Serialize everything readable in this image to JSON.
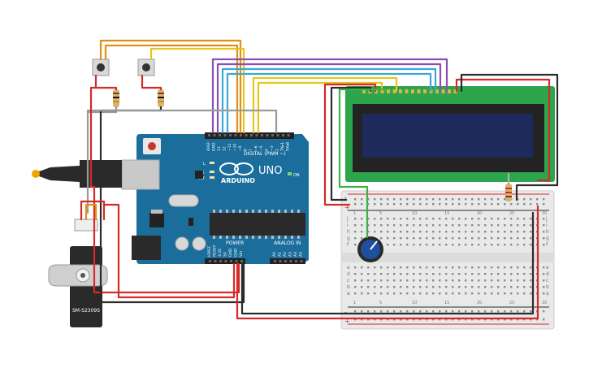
{
  "arduino": {
    "digital_label": "DIGITAL (PWM ~)",
    "brand": "ARDUINO",
    "model": "UNO",
    "on_label": "ON",
    "tx_label": "TX",
    "rx_label": "RX",
    "l_label": "L",
    "power_label": "POWER",
    "analog_label": "ANALOG IN",
    "digital_pins": [
      "AREF",
      "GND",
      "13",
      "12",
      "~11",
      "~10",
      "~9",
      "8",
      "7",
      "~6",
      "~5",
      "4",
      "~3",
      "2",
      "TX▸1",
      "RX◂0"
    ],
    "power_pins": [
      "IOREF",
      "RESET",
      "3.3V",
      "5V",
      "GND",
      "GND",
      "Vin"
    ],
    "analog_pins": [
      "A0",
      "A1",
      "A2",
      "A3",
      "A4",
      "A5"
    ]
  },
  "servo": {
    "model": "SM-S2309S"
  },
  "breadboard": {
    "row_letters_top": [
      "j",
      "i",
      "h",
      "g",
      "f"
    ],
    "row_letters_bottom": [
      "e",
      "d",
      "c",
      "b",
      "a"
    ],
    "column_numbers": [
      "1",
      "5",
      "10",
      "15",
      "20",
      "25",
      "30"
    ],
    "rail_plus": "+",
    "rail_minus": "-"
  },
  "colors": {
    "arduino_board": "#1b6e9b",
    "lcd_pcb": "#2ca54c",
    "lcd_screen": "#1f2a5c",
    "wire_orange": "#e0901a",
    "wire_yellow": "#e7c51d",
    "wire_purple": "#8a4fb0",
    "wire_blue": "#3aa7d8",
    "wire_red": "#d42a2a",
    "wire_black": "#2b2b2b",
    "wire_green": "#3fae49",
    "wire_gray": "#9a9a9a"
  }
}
